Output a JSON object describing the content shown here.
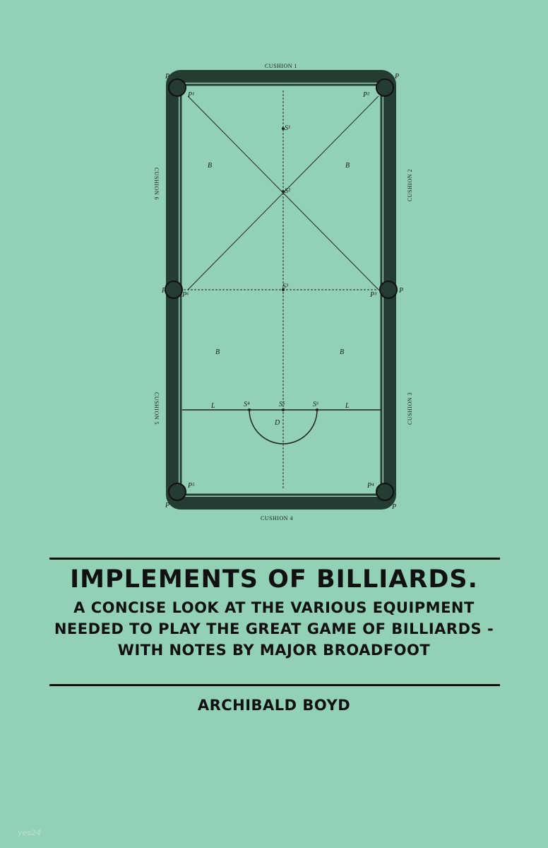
{
  "diagram": {
    "cushions": {
      "c1": "CUSHION 1",
      "c2": "CUSHION 2",
      "c3": "CUSHION 3",
      "c4": "CUSHION 4",
      "c5": "CUSHION 5",
      "c6": "CUSHION 6"
    },
    "pocket_letter": "P",
    "pockets": {
      "p1": "P¹",
      "p2": "P²",
      "p3": "P³",
      "p4": "P⁴",
      "p5": "P⁵",
      "p6": "P⁶"
    },
    "spots": {
      "s1": "S¹",
      "s2": "S²",
      "s3": "S³",
      "s4": "S⁴",
      "s5": "S⁵",
      "s6": "S⁶"
    },
    "area_letter": "B",
    "line_letter": "L",
    "d_letter": "D"
  },
  "book": {
    "title": "IMPLEMENTS OF BILLIARDS.",
    "subtitle": "A CONCISE LOOK AT THE VARIOUS EQUIPMENT NEEDED TO PLAY THE GREAT GAME OF BILLIARDS - WITH NOTES BY MAJOR BROADFOOT",
    "author": "ARCHIBALD BOYD"
  },
  "watermark": "yes24"
}
